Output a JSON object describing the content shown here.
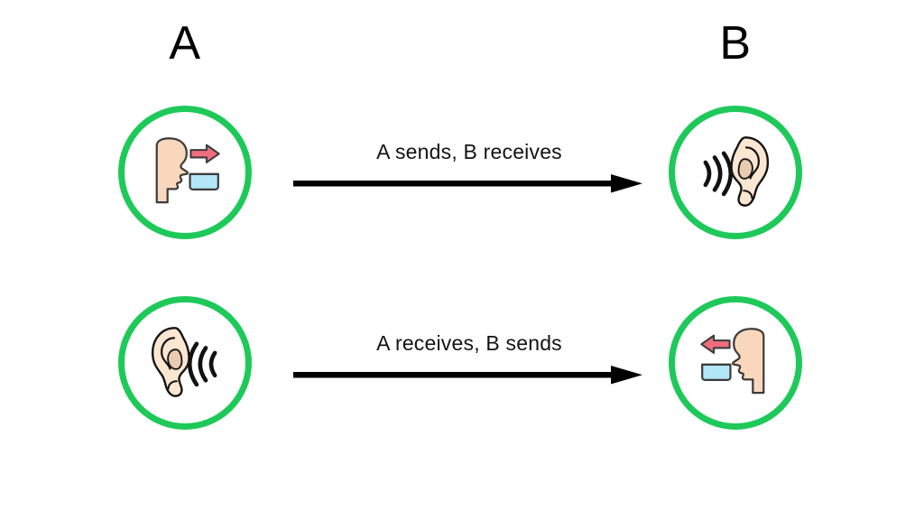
{
  "diagram": {
    "title_columns": [
      {
        "id": "a",
        "label": "A"
      },
      {
        "id": "b",
        "label": "B"
      }
    ],
    "colors": {
      "circle_stroke": "#1ec95a",
      "arrow": "#000000",
      "label_text": "#131313",
      "background": "#ffffff",
      "skin": "#f9d7bd",
      "skin_light": "#fbe6d2",
      "speech_box": "#b3e6f7",
      "mouth_arrow": "#ef6d7d",
      "outline": "#3b3b3b"
    },
    "nodes": [
      {
        "id": "node-a-speak",
        "column": "A",
        "row": 1,
        "icon": "speaking-mouth-icon",
        "mirrored": false
      },
      {
        "id": "node-b-listen",
        "column": "B",
        "row": 1,
        "icon": "listening-ear-icon",
        "mirrored": false
      },
      {
        "id": "node-a-listen",
        "column": "A",
        "row": 2,
        "icon": "listening-ear-icon",
        "mirrored": true
      },
      {
        "id": "node-b-speak",
        "column": "B",
        "row": 2,
        "icon": "speaking-mouth-icon",
        "mirrored": true
      }
    ],
    "arrows": [
      {
        "id": "arrow-top",
        "label": "A sends, B receives",
        "direction": "right"
      },
      {
        "id": "arrow-bottom",
        "label": "A receives, B sends",
        "direction": "right"
      }
    ]
  }
}
